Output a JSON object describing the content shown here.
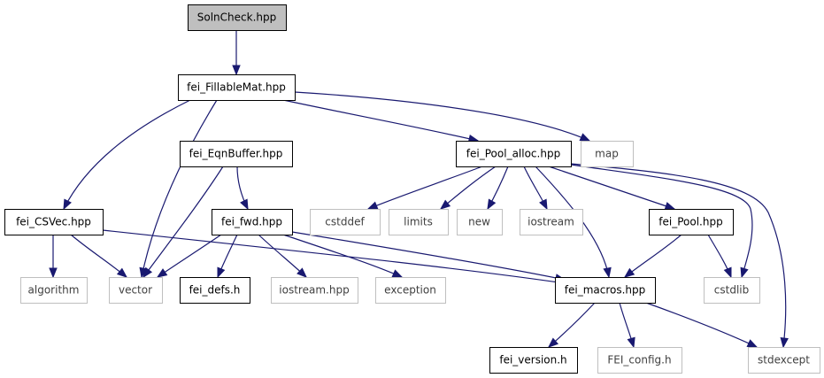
{
  "colors": {
    "edge": "#191970",
    "root_fill": "#bfbfbf",
    "external_border": "#bfbfbf",
    "internal_border": "#000000"
  },
  "nodes": [
    {
      "id": "solncheck",
      "label": "SolnCheck.hpp",
      "kind": "root"
    },
    {
      "id": "fillablemat",
      "label": "fei_FillableMat.hpp",
      "kind": "internal"
    },
    {
      "id": "map",
      "label": "map",
      "kind": "external"
    },
    {
      "id": "eqnbuffer",
      "label": "fei_EqnBuffer.hpp",
      "kind": "internal"
    },
    {
      "id": "poolalloc",
      "label": "fei_Pool_alloc.hpp",
      "kind": "internal"
    },
    {
      "id": "csvec",
      "label": "fei_CSVec.hpp",
      "kind": "internal"
    },
    {
      "id": "fwd",
      "label": "fei_fwd.hpp",
      "kind": "internal"
    },
    {
      "id": "cstddef",
      "label": "cstddef",
      "kind": "external"
    },
    {
      "id": "limits",
      "label": "limits",
      "kind": "external"
    },
    {
      "id": "new",
      "label": "new",
      "kind": "external"
    },
    {
      "id": "iostream",
      "label": "iostream",
      "kind": "external"
    },
    {
      "id": "pool",
      "label": "fei_Pool.hpp",
      "kind": "internal"
    },
    {
      "id": "algorithm",
      "label": "algorithm",
      "kind": "external"
    },
    {
      "id": "vector",
      "label": "vector",
      "kind": "external"
    },
    {
      "id": "defs",
      "label": "fei_defs.h",
      "kind": "internal"
    },
    {
      "id": "iostreamhpp",
      "label": "iostream.hpp",
      "kind": "external"
    },
    {
      "id": "exception",
      "label": "exception",
      "kind": "external"
    },
    {
      "id": "macros",
      "label": "fei_macros.hpp",
      "kind": "internal"
    },
    {
      "id": "cstdlib",
      "label": "cstdlib",
      "kind": "external"
    },
    {
      "id": "version",
      "label": "fei_version.h",
      "kind": "internal"
    },
    {
      "id": "config",
      "label": "FEI_config.h",
      "kind": "external"
    },
    {
      "id": "stdexcept",
      "label": "stdexcept",
      "kind": "external"
    }
  ],
  "edges": [
    {
      "from": "solncheck",
      "to": "fillablemat"
    },
    {
      "from": "fillablemat",
      "to": "map"
    },
    {
      "from": "fillablemat",
      "to": "eqnbuffer"
    },
    {
      "from": "fillablemat",
      "to": "poolalloc"
    },
    {
      "from": "fillablemat",
      "to": "csvec"
    },
    {
      "from": "fillablemat",
      "to": "vector"
    },
    {
      "from": "eqnbuffer",
      "to": "fwd"
    },
    {
      "from": "eqnbuffer",
      "to": "vector"
    },
    {
      "from": "poolalloc",
      "to": "cstddef"
    },
    {
      "from": "poolalloc",
      "to": "limits"
    },
    {
      "from": "poolalloc",
      "to": "new"
    },
    {
      "from": "poolalloc",
      "to": "iostream"
    },
    {
      "from": "poolalloc",
      "to": "pool"
    },
    {
      "from": "poolalloc",
      "to": "macros"
    },
    {
      "from": "poolalloc",
      "to": "cstdlib"
    },
    {
      "from": "poolalloc",
      "to": "stdexcept"
    },
    {
      "from": "csvec",
      "to": "algorithm"
    },
    {
      "from": "csvec",
      "to": "vector"
    },
    {
      "from": "csvec",
      "to": "macros"
    },
    {
      "from": "fwd",
      "to": "vector"
    },
    {
      "from": "fwd",
      "to": "defs"
    },
    {
      "from": "fwd",
      "to": "iostreamhpp"
    },
    {
      "from": "fwd",
      "to": "exception"
    },
    {
      "from": "fwd",
      "to": "macros"
    },
    {
      "from": "pool",
      "to": "macros"
    },
    {
      "from": "pool",
      "to": "cstdlib"
    },
    {
      "from": "macros",
      "to": "version"
    },
    {
      "from": "macros",
      "to": "config"
    },
    {
      "from": "macros",
      "to": "stdexcept"
    }
  ]
}
